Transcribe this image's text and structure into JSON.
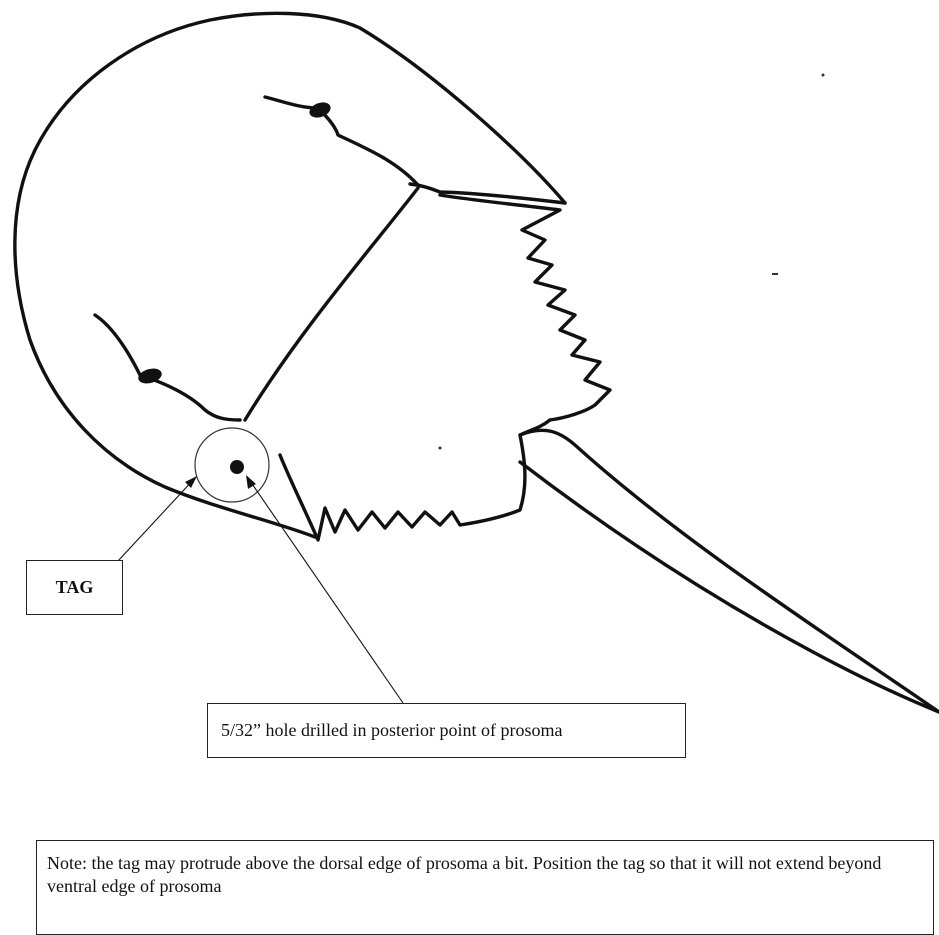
{
  "labels": {
    "tag": "TAG",
    "hole": "5/32” hole drilled in posterior point of prosoma",
    "note": "Note: the tag may protrude above the dorsal edge of prosoma a bit. Position the tag so that it will not extend beyond ventral edge of prosoma"
  },
  "colors": {
    "ink": "#111111",
    "background": "#ffffff"
  }
}
